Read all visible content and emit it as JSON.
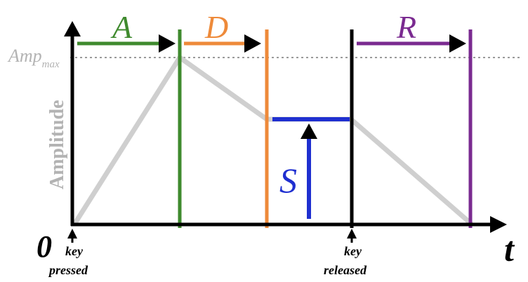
{
  "diagram": {
    "phases": {
      "attack": "A",
      "decay": "D",
      "sustain": "S",
      "release": "R"
    },
    "amp_label": "Amp",
    "amp_subscript": "max",
    "y_axis_label": "Amplitude",
    "x_axis_label": "t",
    "origin_label": "0",
    "key_pressed": {
      "line1": "key",
      "line2": "pressed"
    },
    "key_released": {
      "line1": "key",
      "line2": "released"
    },
    "colors": {
      "attack": "#3f8a2e",
      "decay": "#ee8a3a",
      "sustain": "#1f2fd0",
      "release": "#7a2a90",
      "envelope": "#cfcfcf",
      "axis": "#000000",
      "muted_label": "#b3b3b3"
    }
  }
}
